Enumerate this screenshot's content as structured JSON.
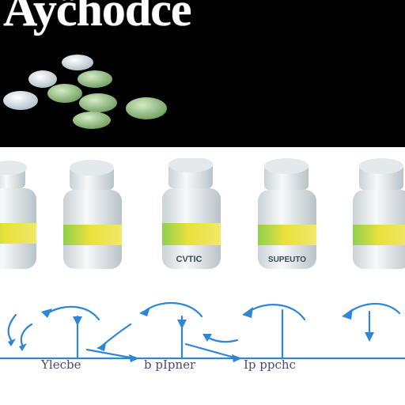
{
  "header": {
    "title": "Ayc̈hodce"
  },
  "bottles": [
    {
      "label": ""
    },
    {
      "label": ""
    },
    {
      "label": "CVTIC"
    },
    {
      "label": "SUPEUTO"
    },
    {
      "label": ""
    }
  ],
  "labels": [
    "Ylecbe",
    "b pIpner",
    "Ip ppchc"
  ],
  "colors": {
    "arrow": "#2e86d6",
    "pill_green": "#9cc88a",
    "pill_white": "#dfe6ea",
    "label_yellow": "#e9e23a",
    "label_green": "#8fcf4e"
  }
}
